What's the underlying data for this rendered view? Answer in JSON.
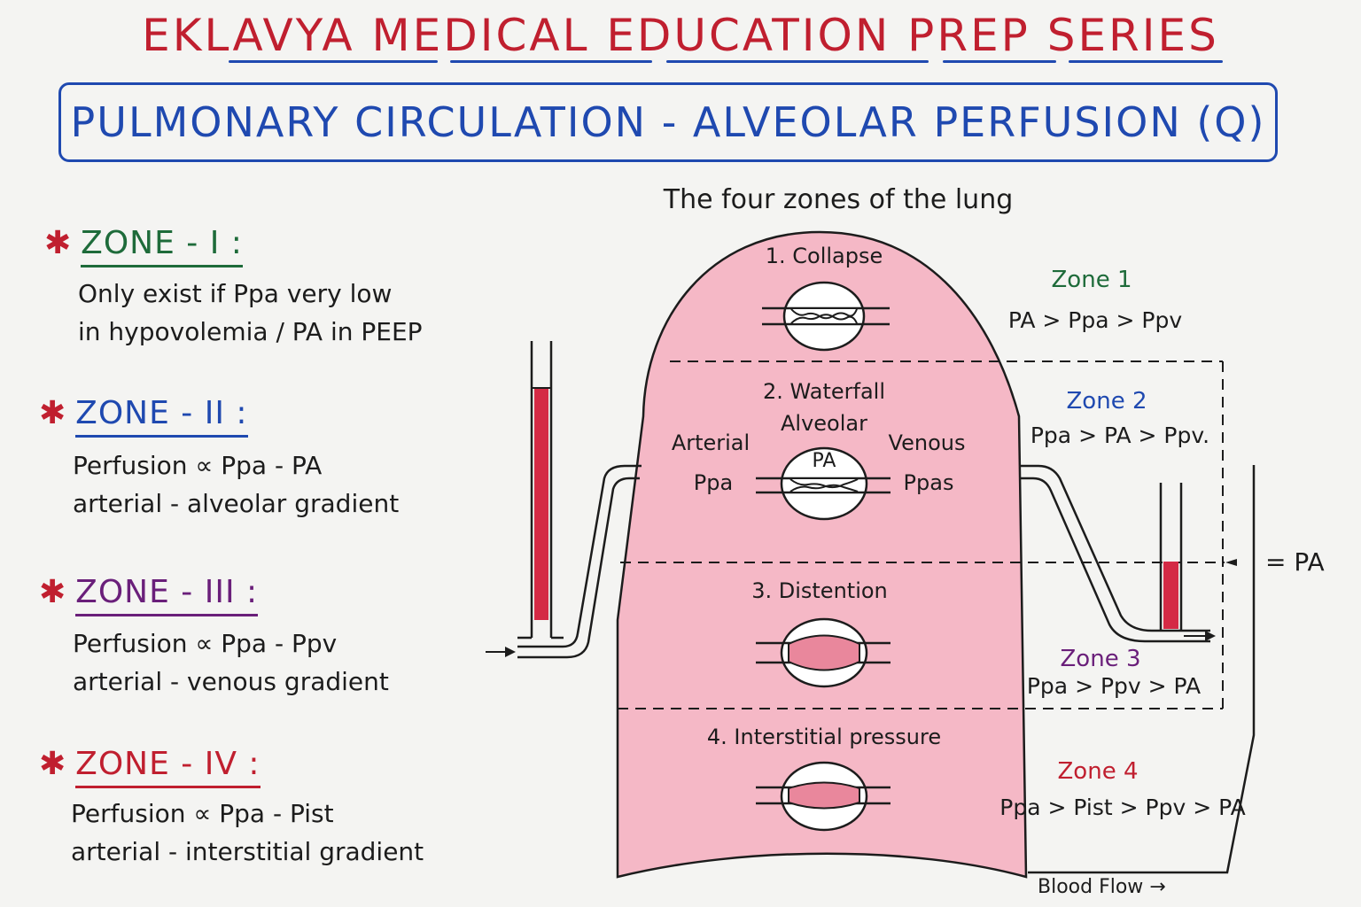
{
  "header": {
    "series_title": "EKLAVYA MEDICAL EDUCATION PREP SERIES",
    "topic_title": "PULMONARY CIRCULATION - ALVEOLAR PERFUSION (Q)"
  },
  "colors": {
    "red": "#c01f2f",
    "blue": "#1f49b0",
    "green": "#1e6b3a",
    "purple": "#6a1f7a",
    "lung_pink": "#f5b8c6",
    "blood_red": "#d42a45"
  },
  "zones": [
    {
      "heading": "ZONE - I :",
      "line1": "Only exist if Ppa very low",
      "line2": "in hypovolemia / PA in PEEP",
      "color": "#1e6b3a"
    },
    {
      "heading": "ZONE - II :",
      "line1": "Perfusion ∝ Ppa - PA",
      "line2": "arterial - alveolar gradient",
      "color": "#1f49b0"
    },
    {
      "heading": "ZONE - III :",
      "line1": "Perfusion ∝ Ppa - Ppv",
      "line2": "arterial - venous gradient",
      "color": "#6a1f7a"
    },
    {
      "heading": "ZONE - IV :",
      "line1": "Perfusion ∝ Ppa - Pist",
      "line2": "arterial - interstitial gradient",
      "color": "#c01f2f"
    }
  ],
  "diagram": {
    "title": "The four zones of the lung",
    "lung_labels": [
      "1. Collapse",
      "2. Waterfall",
      "3. Distention",
      "4. Interstitial pressure"
    ],
    "alveolar": "Alveolar",
    "pa_inside": "PA",
    "arterial": "Arterial",
    "ppa": "Ppa",
    "venous": "Venous",
    "ppas": "Ppas",
    "equals_pa": "= PA",
    "blood_flow": "Blood Flow →",
    "right_zones": [
      {
        "name": "Zone 1",
        "relation": "PA > Ppa > Ppv"
      },
      {
        "name": "Zone 2",
        "relation": "Ppa > PA > Ppv."
      },
      {
        "name": "Zone 3",
        "relation": "Ppa > Ppv > PA"
      },
      {
        "name": "Zone 4",
        "relation": "Ppa > Pist > Ppv > PA"
      }
    ]
  }
}
